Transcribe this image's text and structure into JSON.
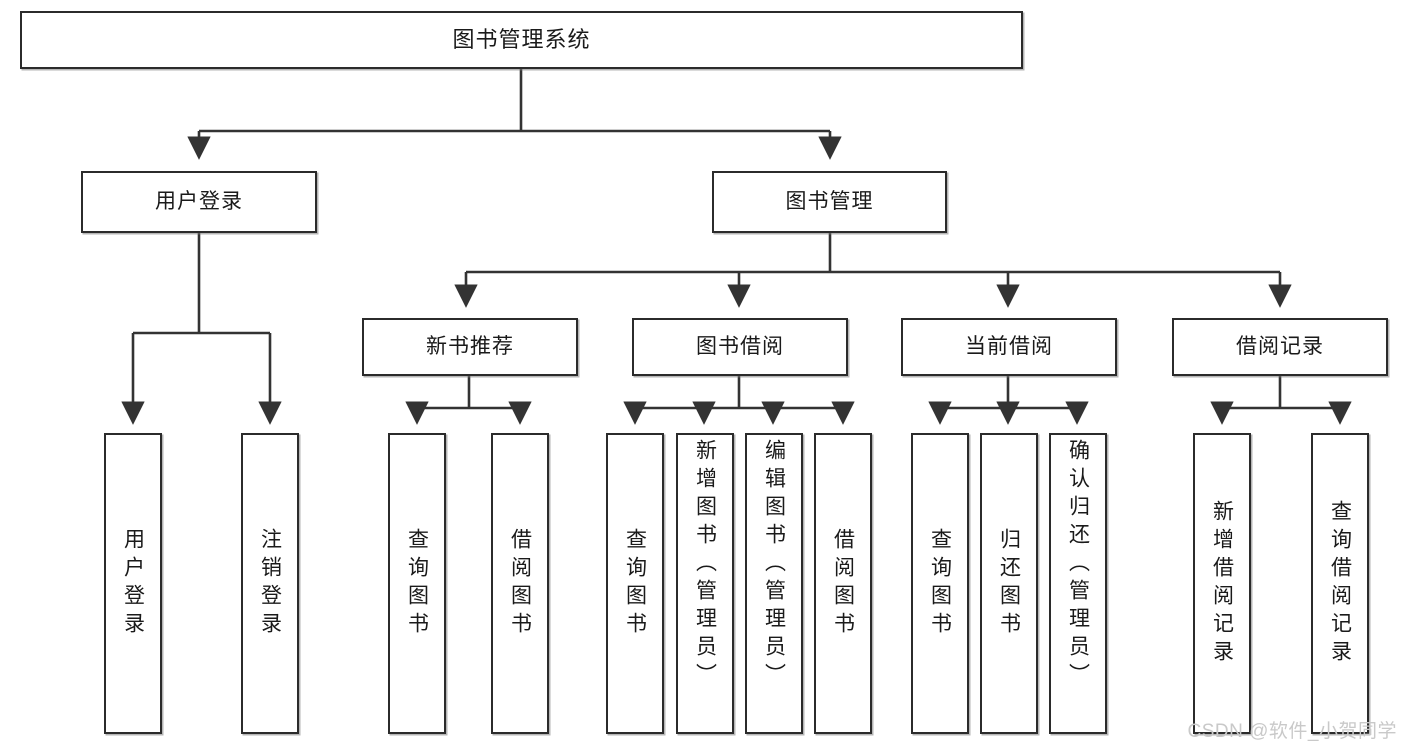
{
  "diagram": {
    "title": "图书管理系统",
    "type": "tree",
    "root": {
      "label": "图书管理系统"
    },
    "level2": [
      {
        "id": "user-login",
        "label": "用户登录"
      },
      {
        "id": "book-management",
        "label": "图书管理"
      }
    ],
    "level3": [
      {
        "id": "new-book-recommend",
        "label": "新书推荐"
      },
      {
        "id": "book-borrow",
        "label": "图书借阅"
      },
      {
        "id": "current-borrow",
        "label": "当前借阅"
      },
      {
        "id": "borrow-record",
        "label": "借阅记录"
      }
    ],
    "leaves": {
      "user_login": [
        {
          "id": "leaf-user-login",
          "label": "用户登录"
        },
        {
          "id": "leaf-logout",
          "label": "注销登录"
        }
      ],
      "new_book_recommend": [
        {
          "id": "leaf-query-book-1",
          "label": "查询图书"
        },
        {
          "id": "leaf-borrow-book-1",
          "label": "借阅图书"
        }
      ],
      "book_borrow": [
        {
          "id": "leaf-query-book-2",
          "label": "查询图书"
        },
        {
          "id": "leaf-add-book",
          "label": "新增图书（管理员）"
        },
        {
          "id": "leaf-edit-book",
          "label": "编辑图书（管理员）"
        },
        {
          "id": "leaf-borrow-book-2",
          "label": "借阅图书"
        }
      ],
      "current_borrow": [
        {
          "id": "leaf-query-book-3",
          "label": "查询图书"
        },
        {
          "id": "leaf-return-book",
          "label": "归还图书"
        },
        {
          "id": "leaf-confirm-return",
          "label": "确认归还（管理员）"
        }
      ],
      "borrow_record": [
        {
          "id": "leaf-add-record",
          "label": "新增借阅记录"
        },
        {
          "id": "leaf-query-record",
          "label": "查询借阅记录"
        }
      ]
    }
  },
  "watermark": {
    "text": "CSDN @软件_小贺同学"
  },
  "colors": {
    "box_border": "#2b2b2b",
    "box_fill": "#ffffff",
    "text": "#1a1a1a",
    "connector": "#333333",
    "watermark": "#c9c9c9",
    "page_background": "#ffffff"
  }
}
